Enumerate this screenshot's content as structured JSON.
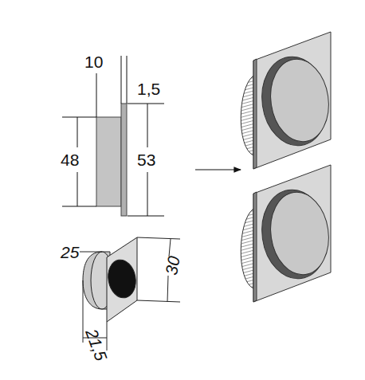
{
  "diagram": {
    "labels": [
      "10",
      "1,5",
      "48",
      "53",
      "25",
      "30",
      "21,5"
    ]
  }
}
